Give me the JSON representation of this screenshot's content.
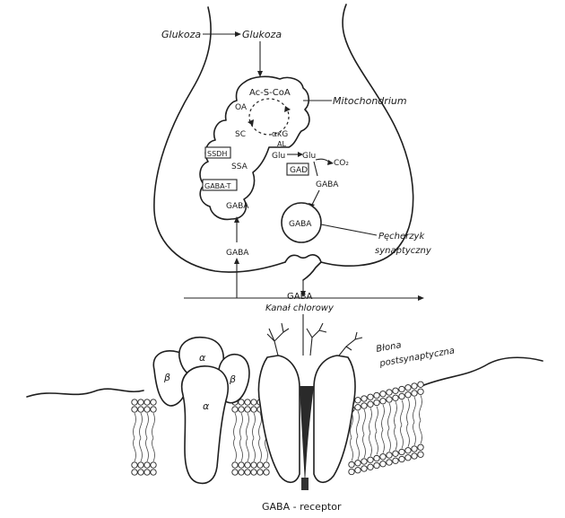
{
  "labels": {
    "glucose_in": "Glukoza",
    "glucose_cell": "Glukoza",
    "mitochondrion": "Mitochondrium",
    "acscoa": "Ac-S-CoA",
    "oa": "OA",
    "sc": "SC",
    "akg": "ακG",
    "aktg": "AL",
    "glu_mito": "Glu",
    "glu_out": "Glu",
    "ssadh": "SSDH",
    "ssa": "SSA",
    "gaba_t": "GABA-T",
    "gaba_mito": "GABA",
    "gad": "GAD",
    "co2": "CO₂",
    "gaba_right": "GABA",
    "gaba_vesicle": "GABA",
    "gaba_left": "GABA",
    "vesicle": "Pęcherzyk synaptyczny",
    "vesicle_line1": "Pęcherzyk",
    "vesicle_line2": "synaptyczny",
    "gaba_cleft": "GABA",
    "chloride_channel": "Kanał chlorowy",
    "alpha1": "α",
    "alpha2": "α",
    "beta1": "β",
    "beta2": "β",
    "membrane_line1": "Błona",
    "membrane_line2": "postsynaptyczna",
    "receptor": "GABA - receptor"
  }
}
